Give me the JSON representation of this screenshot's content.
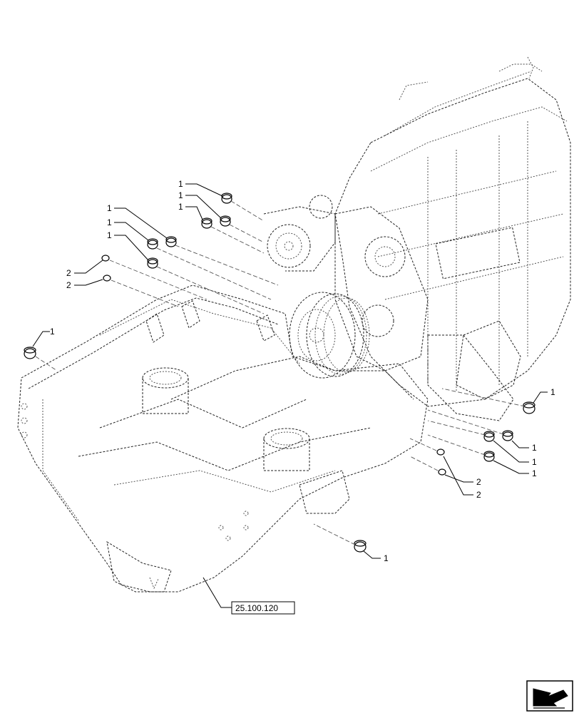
{
  "callouts": {
    "c1": "1",
    "c2": "1",
    "c3": "1",
    "c4": "1",
    "c5": "1",
    "c6": "1",
    "c7": "2",
    "c8": "2",
    "c9": "1",
    "c10": "1",
    "c11": "1",
    "c12": "1",
    "c13": "1",
    "c14": "2",
    "c15": "2",
    "c16": "1"
  },
  "reference": {
    "label": "25.100.120"
  },
  "nav_icon": "arrow-navigation-icon"
}
